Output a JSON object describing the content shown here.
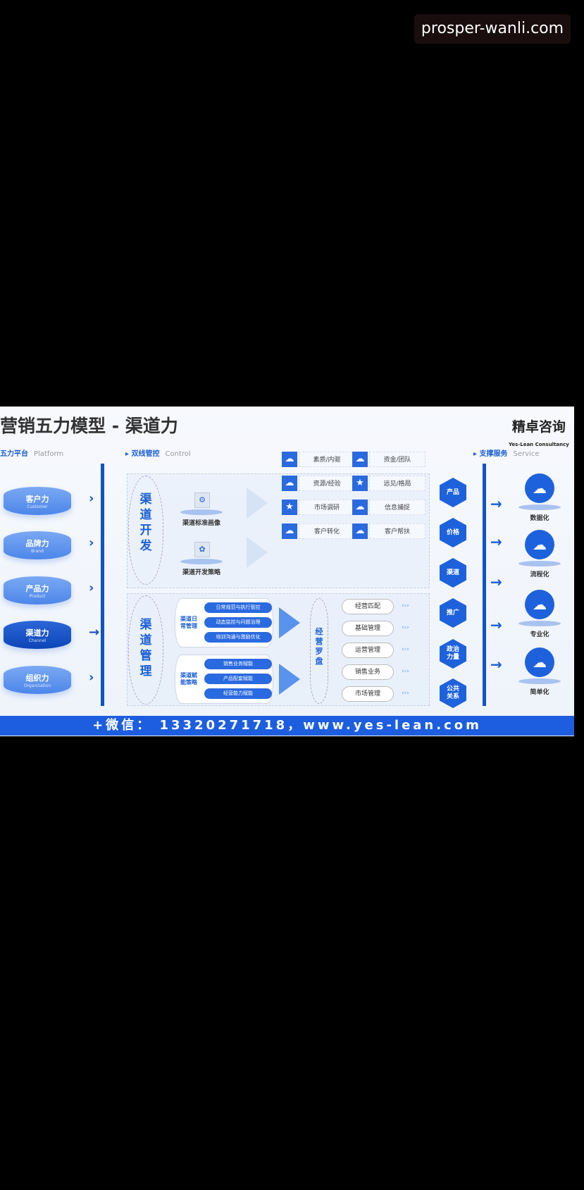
{
  "watermark": "prosper-wanli.com",
  "slide": {
    "title": "营销五力模型 - 渠道力",
    "logo": {
      "name": "精卓咨询",
      "sub": "Yes-Lean Consultancy"
    },
    "sections": {
      "platform": {
        "cn": "五力平台",
        "en": "Platform"
      },
      "control": {
        "cn": "双线管控",
        "en": "Control"
      },
      "service": {
        "cn": "支撑服务",
        "en": "Service"
      }
    },
    "forces": [
      {
        "cn": "客户力",
        "en": "Customer"
      },
      {
        "cn": "品牌力",
        "en": "Brand"
      },
      {
        "cn": "产品力",
        "en": "Product"
      },
      {
        "cn": "渠道力",
        "en": "Channel",
        "active": true
      },
      {
        "cn": "组织力",
        "en": "Organization"
      }
    ],
    "development": {
      "label": "渠道开发",
      "items": [
        "渠道标准画像",
        "渠道开发策略"
      ],
      "grid": [
        {
          "icon": "cloud",
          "text": "素质/内驱"
        },
        {
          "icon": "cloud",
          "text": "资金/团队"
        },
        {
          "icon": "cloud",
          "text": "资源/经验"
        },
        {
          "icon": "star",
          "text": "远见/格局"
        },
        {
          "icon": "star",
          "text": "市场调研"
        },
        {
          "icon": "cloud",
          "text": "信息捕捉"
        },
        {
          "icon": "cloud",
          "text": "客户转化"
        },
        {
          "icon": "cloud",
          "text": "客户帮扶"
        }
      ]
    },
    "management": {
      "label": "渠道管理",
      "groups": [
        {
          "label": "渠道日常管理",
          "pills": [
            "日常规范与执行管控",
            "动态监控与问题治理",
            "培训沟通与激励优化"
          ]
        },
        {
          "label": "渠道赋能策略",
          "pills": [
            "销售业务赋能",
            "产品配套赋能",
            "经营能力赋能"
          ]
        }
      ],
      "compass": "经营罗盘",
      "compass_items": [
        "经营匹配",
        "基础管理",
        "运营管理",
        "销售业务",
        "市场管理"
      ]
    },
    "hexagons": [
      "产品",
      "价格",
      "渠道",
      "推广",
      "政治力量",
      "公共关系"
    ],
    "services": [
      "数据化",
      "流程化",
      "专业化",
      "简单化"
    ],
    "footer": "+微信： 13320271718，www.yes-lean.com",
    "colors": {
      "accent": "#1d62dc",
      "footer": "#1d5ee0"
    }
  }
}
